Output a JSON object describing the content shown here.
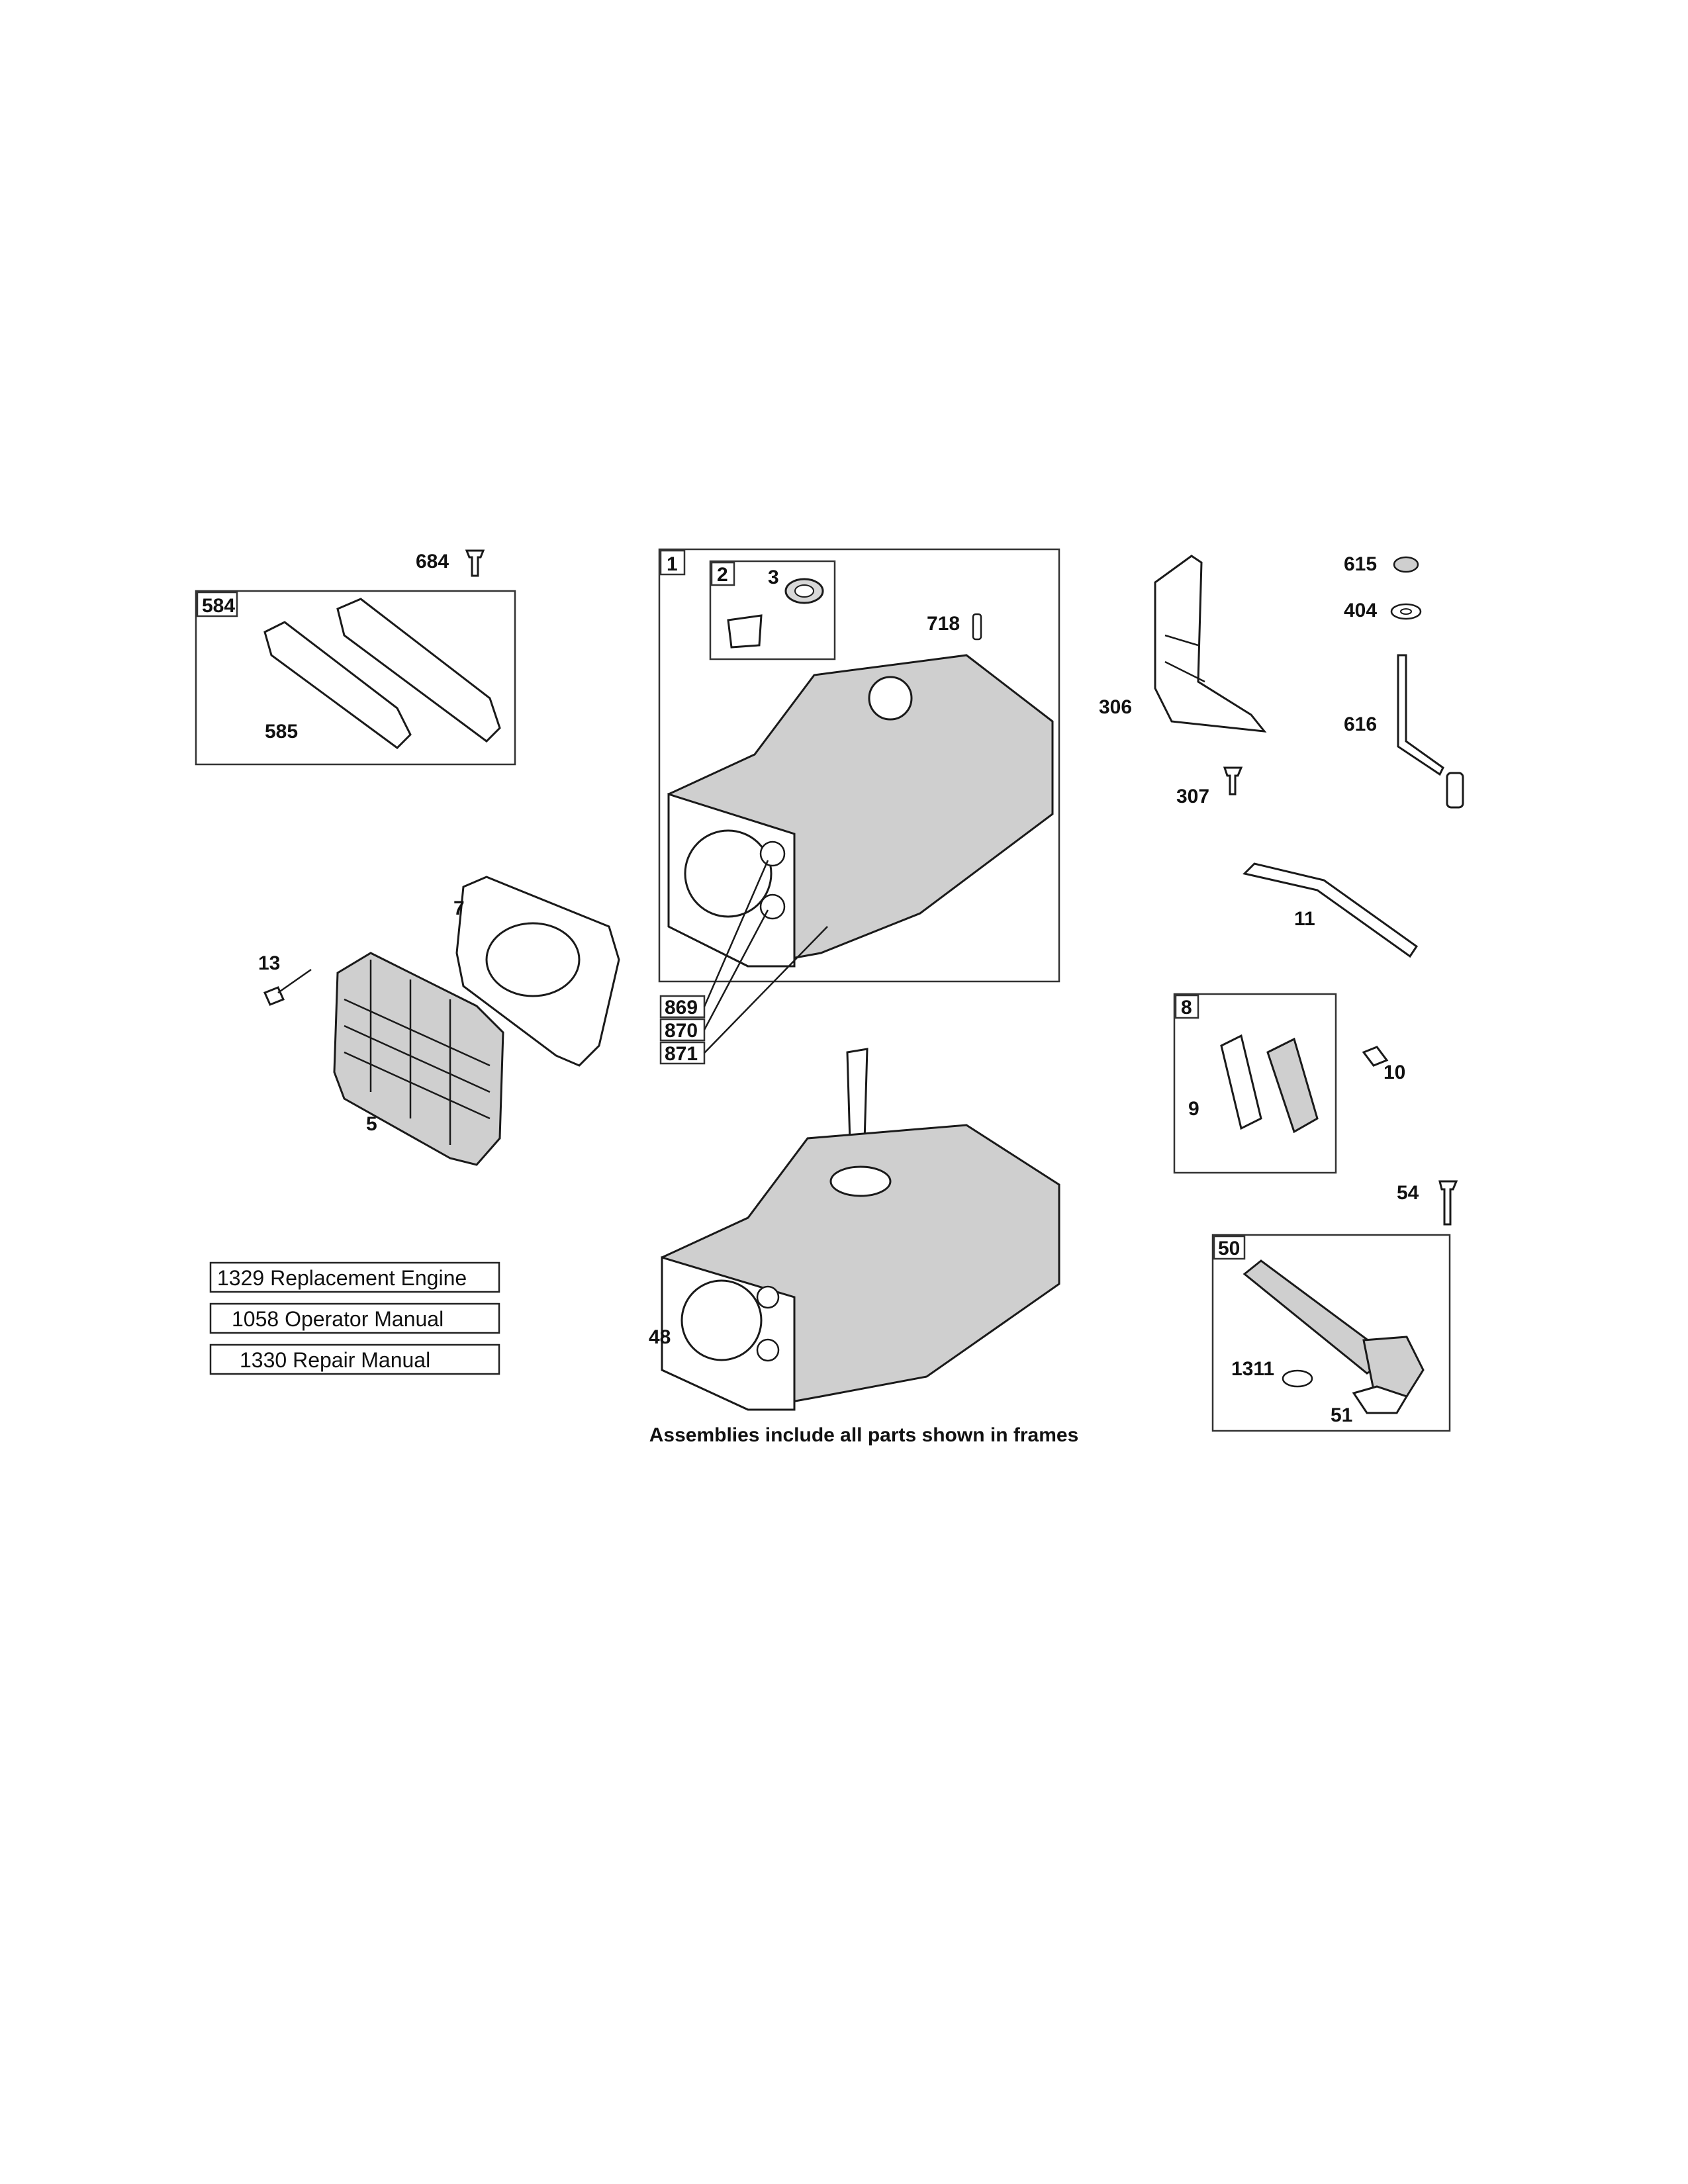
{
  "callouts": {
    "p684": "684",
    "p584": "584",
    "p585": "585",
    "p7": "7",
    "p13": "13",
    "p5": "5",
    "p1": "1",
    "p2": "2",
    "p3": "3",
    "p718": "718",
    "p869": "869",
    "p870": "870",
    "p871": "871",
    "p48": "48",
    "p306": "306",
    "p307": "307",
    "p615": "615",
    "p404": "404",
    "p616": "616",
    "p11": "11",
    "p8": "8",
    "p9": "9",
    "p10": "10",
    "p54": "54",
    "p50": "50",
    "p1311": "1311",
    "p51": "51"
  },
  "reference_items": [
    {
      "number": "1329",
      "label": "Replacement Engine"
    },
    {
      "number": "1058",
      "label": "Operator Manual"
    },
    {
      "number": "1330",
      "label": "Repair Manual"
    }
  ],
  "caption": "Assemblies include all parts shown in frames"
}
